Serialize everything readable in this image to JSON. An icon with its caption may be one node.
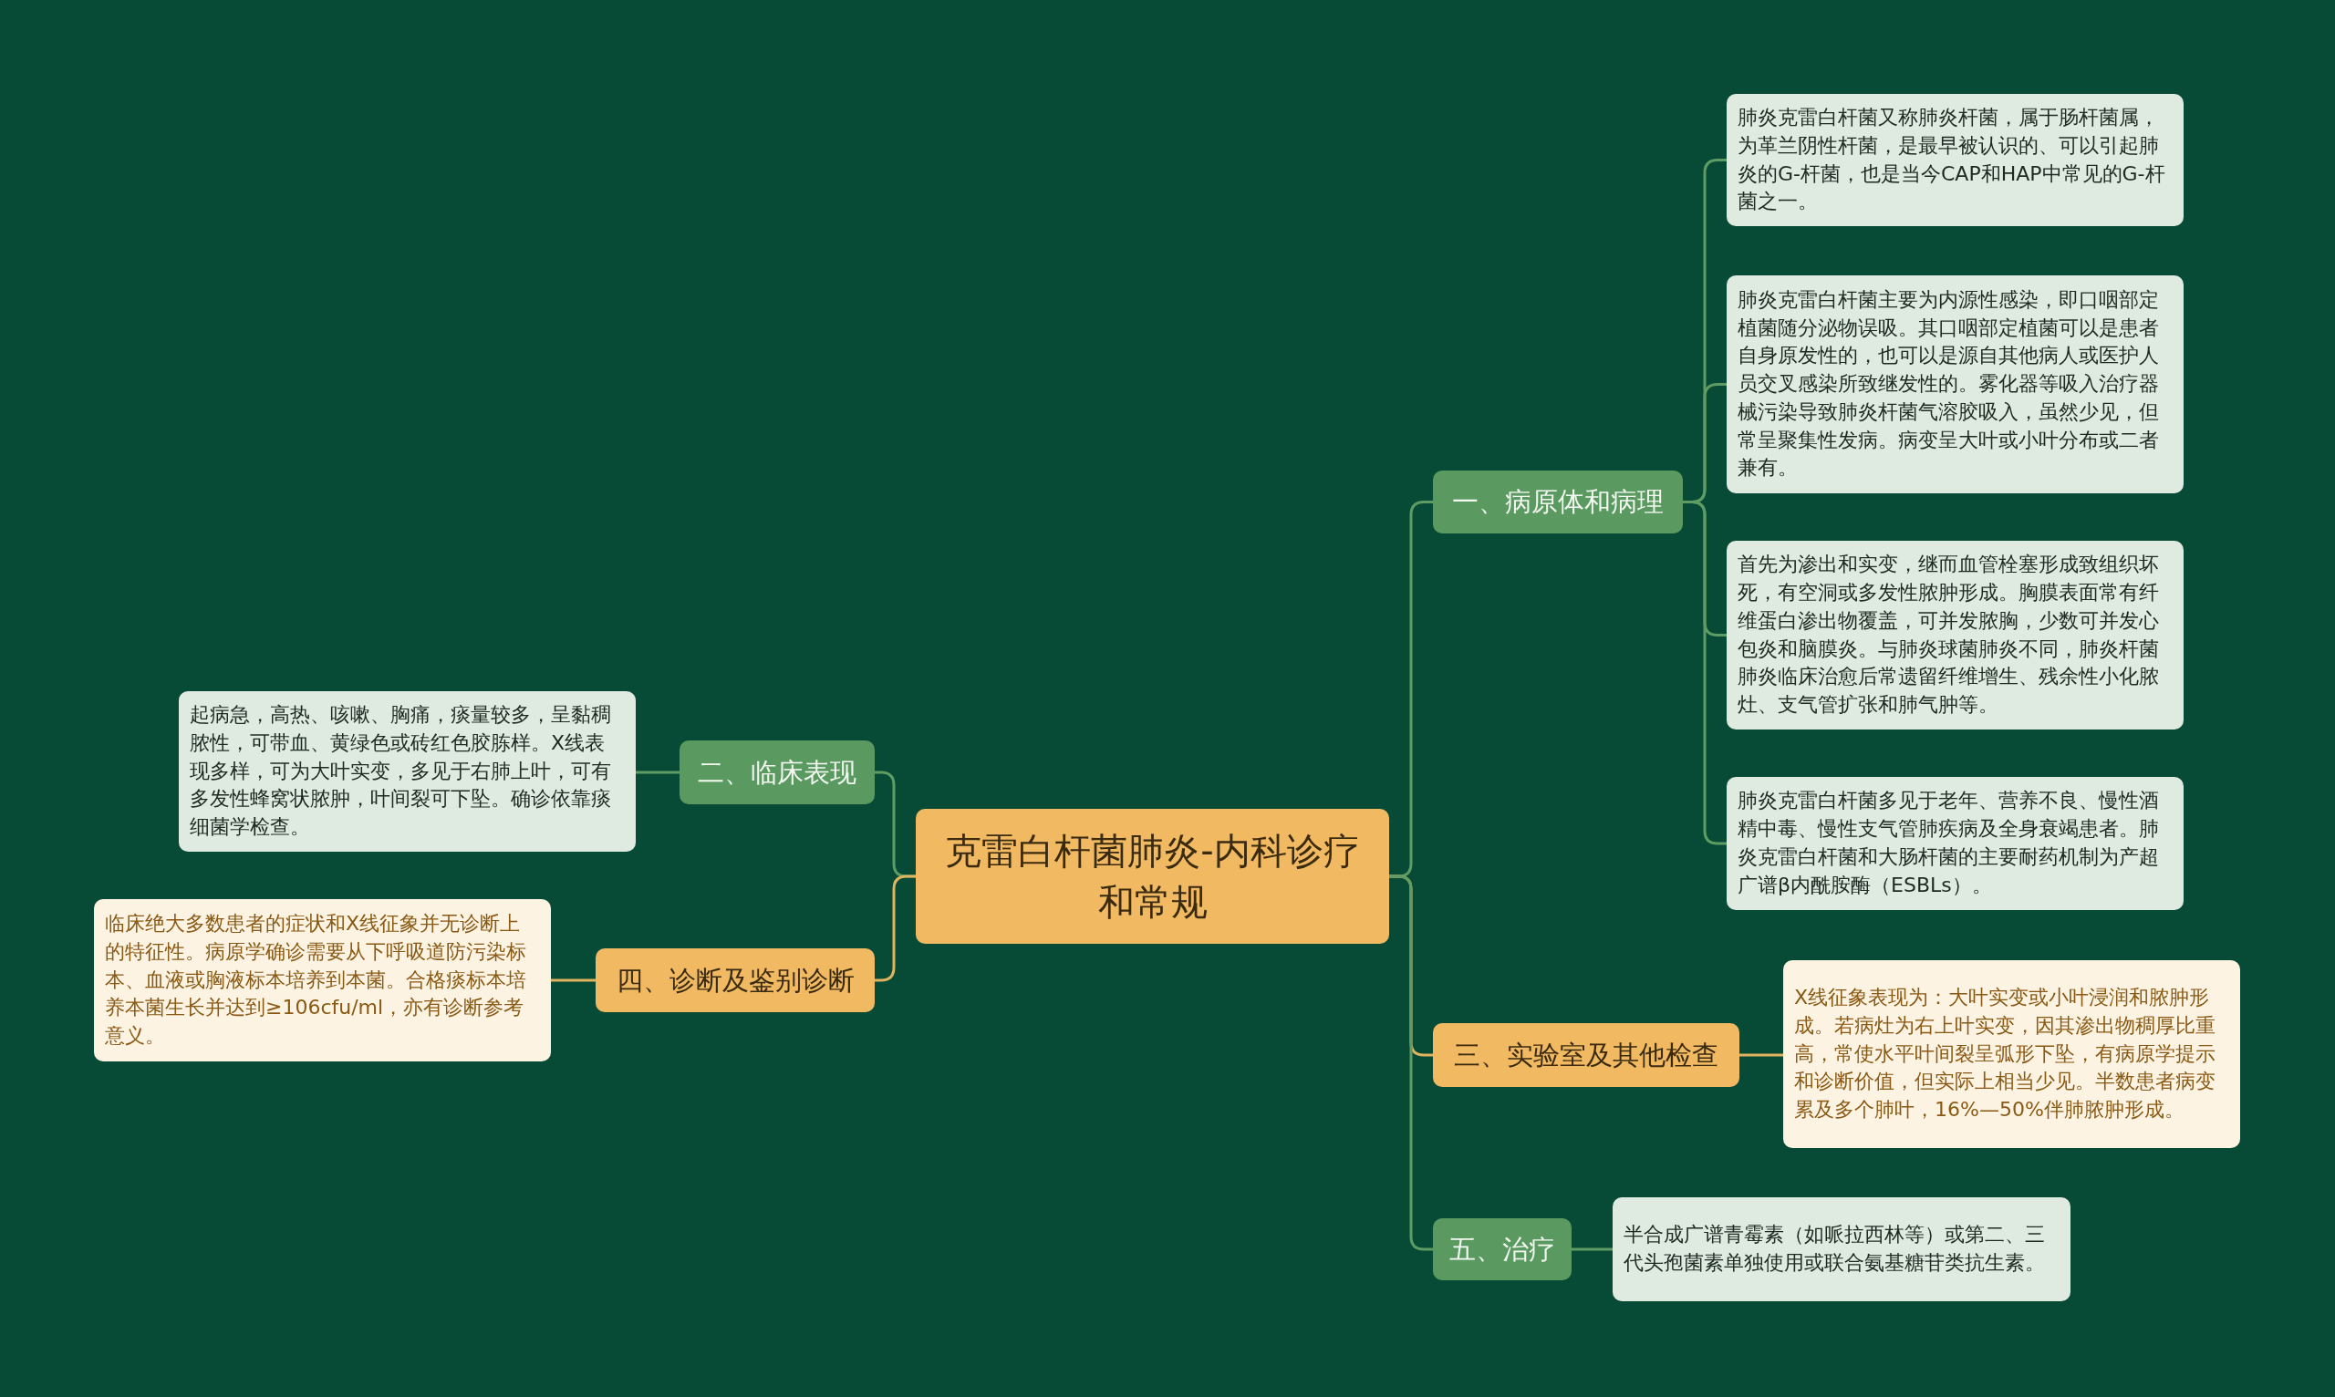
{
  "diagram": {
    "nodes": [
      {
        "text": [
          "克雷白杆菌肺炎-内科诊疗和常规"
        ]
      },
      {
        "text": [
          "一、病原体和病理"
        ]
      },
      {
        "text": [
          "肺炎克雷白杆菌又称肺炎杆菌，属于肠杆菌属，为革兰阴性杆菌，是最早被认识的、可以引起肺炎的G-杆菌，也是当今CAP和HAP中常见的G-杆菌之一。"
        ]
      },
      {
        "text": [
          "肺炎克雷白杆菌主要为内源性感染，即口咽部定植菌随分泌物误吸。其口咽部定植菌可以是患者自身原发性的，也可以是源自其他病人或医护人员交叉感染所致继发性的。雾化器等吸入治疗器械污染导致肺炎杆菌气溶胶吸入，虽然少见，但常呈聚集性发病。病变呈大叶或小叶分布或二者兼有。"
        ]
      },
      {
        "text": [
          "首先为渗出和实变，继而血管栓塞形成致组织坏死，有空洞或多发性脓肿形成。胸膜表面常有纤维蛋白渗出物覆盖，可并发脓胸，少数可并发心包炎和脑膜炎。与肺炎球菌肺炎不同，肺炎杆菌肺炎临床治愈后常遗留纤维增生、残余性小化脓灶、支气管扩张和肺气肿等。"
        ]
      },
      {
        "text": [
          "肺炎克雷白杆菌多见于老年、营养不良、慢性酒精中毒、慢性支气管肺疾病及全身衰竭患者。肺炎克雷白杆菌和大肠杆菌的主要耐药机制为产超广谱β内酰胺酶（ESBLs）。"
        ]
      },
      {
        "text": [
          "三、实验室及其他检查"
        ]
      },
      {
        "text": [
          "X线征象表现为：大叶实变或小叶浸润和脓肿形成。若病灶为右上叶实变，因其渗出物稠厚比重高，常使水平叶间裂呈弧形下坠，有病原学提示和诊断价值，但实际上相当少见。半数患者病变累及多个肺叶，16%—50%伴肺脓肿形成。"
        ]
      },
      {
        "text": [
          "五、治疗"
        ]
      },
      {
        "text": [
          "半合成广谱青霉素（如哌拉西林等）或第二、三代头孢菌素单独使用或联合氨基糖苷类抗生素。"
        ]
      },
      {
        "text": [
          "二、临床表现"
        ]
      },
      {
        "text": [
          "起病急，高热、咳嗽、胸痛，痰量较多，呈黏稠脓性，可带血、黄绿色或砖红色胶胨样。X线表现多样，可为大叶实变，多见于右肺上叶，可有多发性蜂窝状脓肿，叶间裂可下坠。确诊依靠痰细菌学检查。"
        ]
      },
      {
        "text": [
          "四、诊断及鉴别诊断"
        ]
      },
      {
        "text": [
          "临床绝大多数患者的症状和X线征象并无诊断上的特征性。病原学确诊需要从下呼吸道防污染标本、血液或胸液标本培养到本菌。合格痰标本培养本菌生长并达到≥106cfu/ml，亦有诊断参考意义。"
        ]
      }
    ],
    "edges": [
      {
        "from": 0,
        "to": 1,
        "arrow": "none"
      },
      {
        "from": 1,
        "to": 2,
        "arrow": "none"
      },
      {
        "from": 1,
        "to": 3,
        "arrow": "none"
      },
      {
        "from": 1,
        "to": 4,
        "arrow": "none"
      },
      {
        "from": 1,
        "to": 5,
        "arrow": "none"
      },
      {
        "from": 0,
        "to": 6,
        "arrow": "none",
        "color": "#e2b35e"
      },
      {
        "from": 6,
        "to": 7,
        "arrow": "none",
        "color": "#e2b35e"
      },
      {
        "from": 0,
        "to": 8,
        "arrow": "none"
      },
      {
        "from": 8,
        "to": 9,
        "arrow": "none"
      },
      {
        "from": 0,
        "to": 10,
        "arrow": "none"
      },
      {
        "from": 10,
        "to": 11,
        "arrow": "none"
      },
      {
        "from": 0,
        "to": 12,
        "arrow": "none",
        "color": "#e2b35e"
      },
      {
        "from": 12,
        "to": 13,
        "arrow": "none",
        "color": "#e2b35e"
      }
    ]
  }
}
